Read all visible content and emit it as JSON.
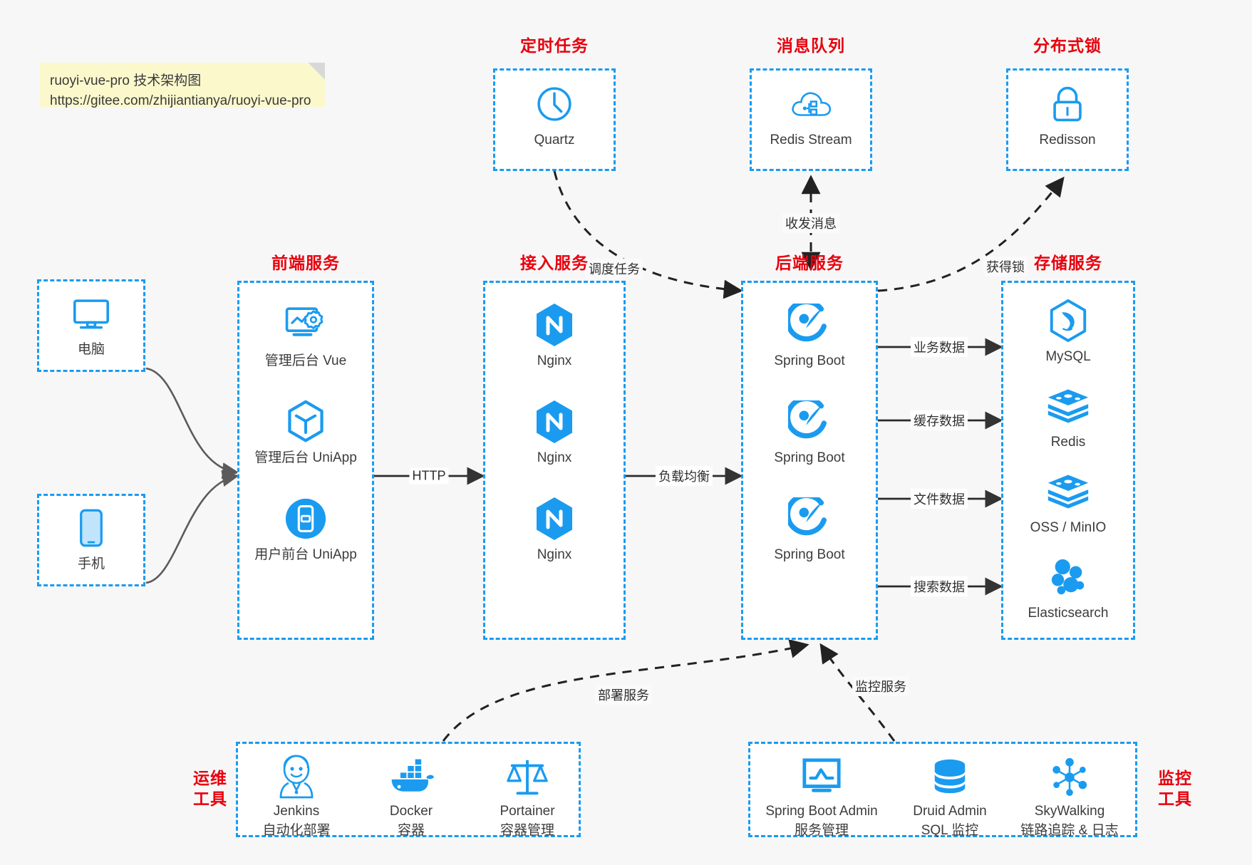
{
  "note": {
    "line1": "ruoyi-vue-pro 技术架构图",
    "line2": "https://gitee.com/zhijiantianya/ruoyi-vue-pro"
  },
  "colors": {
    "accent": "#1a9bf0",
    "title_red": "#e8000d",
    "text": "#3c3c3c",
    "note_bg": "#fbf8cc",
    "canvas_bg": "#f7f7f7",
    "edge": "#4d4d4d"
  },
  "groups": {
    "scheduler": {
      "title": "定时任务",
      "items": [
        {
          "label": "Quartz",
          "icon": "clock-icon"
        }
      ]
    },
    "mq": {
      "title": "消息队列",
      "items": [
        {
          "label": "Redis Stream",
          "icon": "cloud-stream-icon"
        }
      ]
    },
    "lock": {
      "title": "分布式锁",
      "items": [
        {
          "label": "Redisson",
          "icon": "lock-icon"
        }
      ]
    },
    "client_pc": {
      "items": [
        {
          "label": "电脑",
          "icon": "monitor-icon"
        }
      ]
    },
    "client_mobile": {
      "items": [
        {
          "label": "手机",
          "icon": "phone-icon"
        }
      ]
    },
    "frontend": {
      "title": "前端服务",
      "items": [
        {
          "label": "管理后台 Vue",
          "icon": "dashboard-gear-icon"
        },
        {
          "label": "管理后台 UniApp",
          "icon": "cube-icon"
        },
        {
          "label": "用户前台 UniApp",
          "icon": "mobile-app-icon"
        }
      ]
    },
    "gateway": {
      "title": "接入服务",
      "items": [
        {
          "label": "Nginx",
          "icon": "nginx-icon"
        },
        {
          "label": "Nginx",
          "icon": "nginx-icon"
        },
        {
          "label": "Nginx",
          "icon": "nginx-icon"
        }
      ]
    },
    "backend": {
      "title": "后端服务",
      "items": [
        {
          "label": "Spring Boot",
          "icon": "spring-boot-icon"
        },
        {
          "label": "Spring Boot",
          "icon": "spring-boot-icon"
        },
        {
          "label": "Spring Boot",
          "icon": "spring-boot-icon"
        }
      ]
    },
    "storage": {
      "title": "存储服务",
      "items": [
        {
          "label": "MySQL",
          "icon": "mysql-icon"
        },
        {
          "label": "Redis",
          "icon": "redis-icon"
        },
        {
          "label": "OSS / MinIO",
          "icon": "oss-minio-icon"
        },
        {
          "label": "Elasticsearch",
          "icon": "elasticsearch-icon"
        }
      ]
    },
    "devops": {
      "title": "运维\n工具",
      "title_line1": "运维",
      "title_line2": "工具",
      "items": [
        {
          "name": "Jenkins",
          "desc": "自动化部署",
          "icon": "jenkins-icon"
        },
        {
          "name": "Docker",
          "desc": "容器",
          "icon": "docker-icon"
        },
        {
          "name": "Portainer",
          "desc": "容器管理",
          "icon": "portainer-icon"
        }
      ]
    },
    "monitor": {
      "title_line1": "监控",
      "title_line2": "工具",
      "items": [
        {
          "name": "Spring Boot Admin",
          "desc": "服务管理",
          "icon": "monitor-chart-icon"
        },
        {
          "name": "Druid Admin",
          "desc": "SQL 监控",
          "icon": "database-icon"
        },
        {
          "name": "SkyWalking",
          "desc": "链路追踪 & 日志",
          "icon": "skywalking-icon"
        }
      ]
    }
  },
  "edges": [
    {
      "id": "http",
      "label": "HTTP",
      "style": "solid"
    },
    {
      "id": "lb",
      "label": "负载均衡",
      "style": "solid"
    },
    {
      "id": "biz",
      "label": "业务数据",
      "style": "solid"
    },
    {
      "id": "cache",
      "label": "缓存数据",
      "style": "solid"
    },
    {
      "id": "file",
      "label": "文件数据",
      "style": "solid"
    },
    {
      "id": "search",
      "label": "搜索数据",
      "style": "solid"
    },
    {
      "id": "schedule",
      "label": "调度任务",
      "style": "dashed"
    },
    {
      "id": "mq",
      "label": "收发消息",
      "style": "dashed"
    },
    {
      "id": "getlock",
      "label": "获得锁",
      "style": "dashed"
    },
    {
      "id": "deploy",
      "label": "部署服务",
      "style": "dashed"
    },
    {
      "id": "observe",
      "label": "监控服务",
      "style": "dashed"
    }
  ]
}
